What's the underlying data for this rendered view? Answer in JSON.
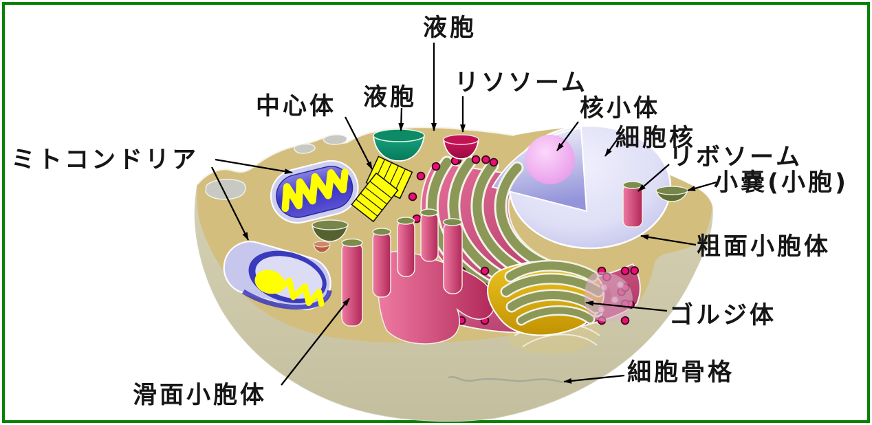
{
  "figure": {
    "type": "labeled-diagram",
    "subject": "animal cell cutaway with organelles (Japanese labels)"
  },
  "labels": {
    "vacuole_top": "液胞",
    "vacuole_left": "液胞",
    "lysosome": "リソソーム",
    "centrosome": "中心体",
    "nucleolus": "核小体",
    "nucleus": "細胞核",
    "ribosome": "リボソーム",
    "vesicle": "小嚢(小胞)",
    "rough_er": "粗面小胞体",
    "golgi": "ゴルジ体",
    "cytoskeleton": "細胞骨格",
    "mitochondria": "ミトコンドリア",
    "smooth_er": "滑面小胞体"
  },
  "palette": {
    "border_green": "#068106",
    "cytoplasm_tan": "#d3be7e",
    "cell_body_khaki": "#cdc8a9",
    "nucleus_lavender": "#dedef6",
    "nucleolus_pink": "#eea2ee",
    "er_pink": "#d44a7c",
    "er_olive": "#8c9858",
    "ribosome_magenta": "#ea0d72",
    "golgi_gold": "#dcae10",
    "mitochondrion_blue": "#4038c8",
    "cristae_yellow": "#ffff00",
    "vacuole_teal": "#0d8a66",
    "lysosome_crimson": "#c21253",
    "vesicle_olive": "#6d7b40",
    "label_ink": "#161616"
  }
}
